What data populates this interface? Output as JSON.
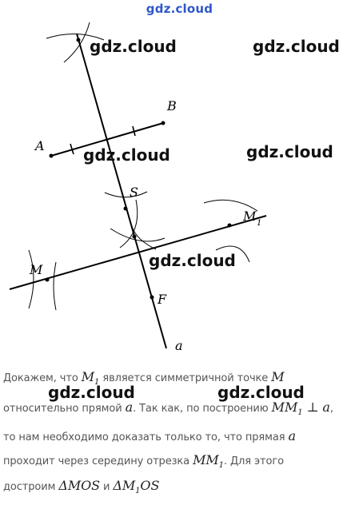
{
  "header": {
    "site": "gdz.cloud"
  },
  "watermark": "gdz.cloud",
  "figure": {
    "labels": {
      "A": "A",
      "B": "B",
      "S": "S",
      "F": "F",
      "M": "M",
      "M1_main": "M",
      "M1_sub": "1",
      "line_a": "a"
    }
  },
  "text": {
    "l1_a": "Докажем, что ",
    "l1_m": "M",
    "l1_sub": "1",
    "l1_b": " является симметричной точке ",
    "l1_m2": "M",
    "l2_a": "относительно прямой ",
    "l2_m": "a",
    "l2_b": ". Так как, по построению ",
    "l2_m2": "MM",
    "l2_sub": "1",
    "l2_perp": " ⊥ ",
    "l2_m3": "a",
    "l2_c": ",",
    "l3_a": "то нам необходимо доказать только то, что прямая ",
    "l3_m": "a",
    "l4_a": "проходит через середину отрезка ",
    "l4_m": "MM",
    "l4_sub": "1",
    "l4_b": ". Для этого",
    "l5_a": "достроим ",
    "l5_m1": "ΔMOS",
    "l5_b": " и ",
    "l5_m2": "ΔM",
    "l5_sub": "1",
    "l5_m3": "OS"
  }
}
